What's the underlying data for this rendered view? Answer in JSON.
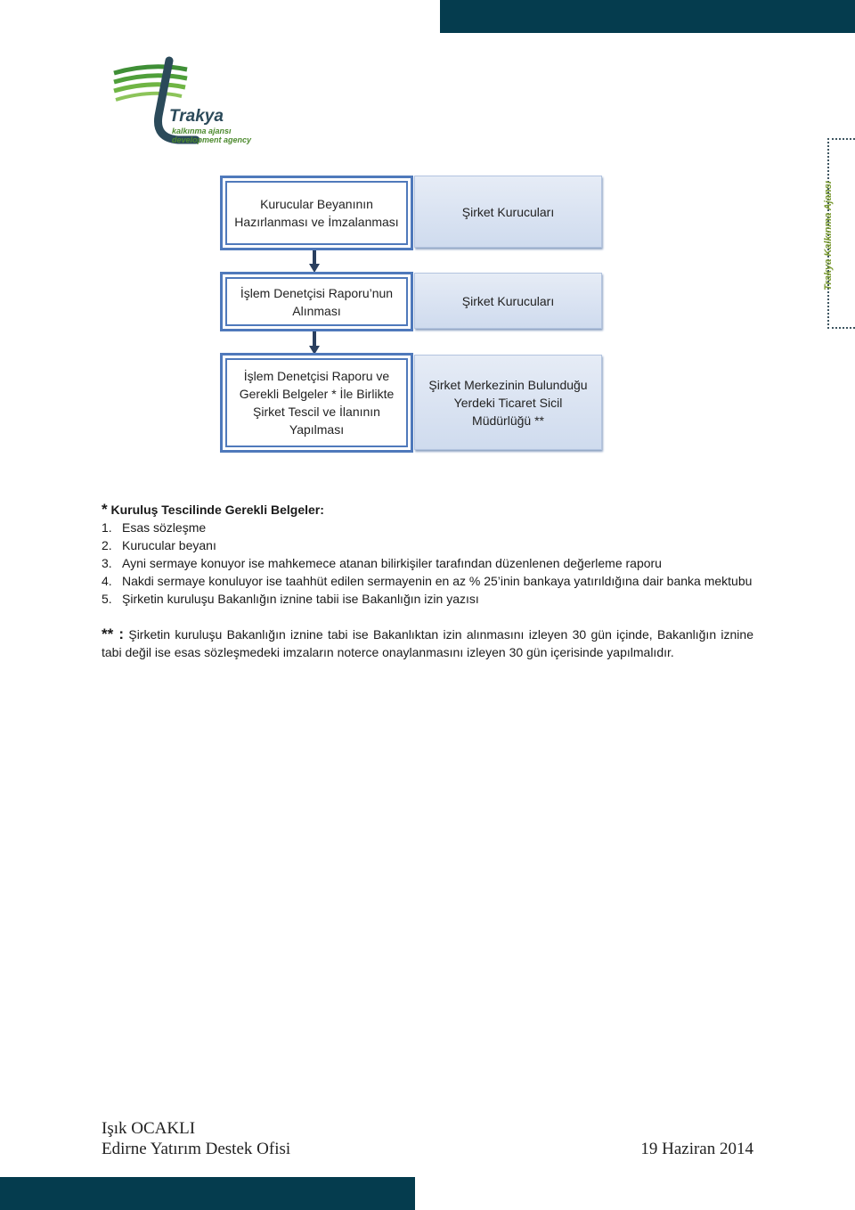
{
  "logo": {
    "name": "Trakya",
    "tagline_1": "kalkınma ajansı",
    "tagline_2": "development agency"
  },
  "side_brand": {
    "text": "Trakya Kalkınma Ajansı"
  },
  "flow": [
    {
      "step": "Kurucular Beyanının Hazırlanması ve İmzalanması",
      "actor": "Şirket Kurucuları"
    },
    {
      "step": "İşlem Denetçisi Raporu’nun Alınması",
      "actor": "Şirket Kurucuları"
    },
    {
      "step": "İşlem Denetçisi Raporu ve Gerekli Belgeler * İle Birlikte Şirket Tescil ve İlanının Yapılması",
      "actor": "Şirket Merkezinin Bulunduğu Yerdeki Ticaret Sicil Müdürlüğü **"
    }
  ],
  "documents": {
    "star": "*",
    "heading": "Kuruluş Tescilinde Gerekli Belgeler:",
    "items": [
      {
        "num": "1.",
        "text": "Esas sözleşme"
      },
      {
        "num": "2.",
        "text": "Kurucular beyanı"
      },
      {
        "num": "3.",
        "text": "Ayni sermaye konuyor ise mahkemece atanan bilirkişiler tarafından düzenlenen değerleme raporu"
      },
      {
        "num": "4.",
        "text": "Nakdi sermaye konuluyor ise taahhüt edilen sermayenin en az % 25’inin bankaya yatırıldığına dair banka mektubu"
      },
      {
        "num": "5.",
        "text": "Şirketin kuruluşu Bakanlığın iznine tabii ise Bakanlığın izin yazısı"
      }
    ]
  },
  "note": {
    "mark": "** :",
    "text": "Şirketin kuruluşu Bakanlığın iznine tabi ise Bakanlıktan izin alınmasını izleyen 30 gün içinde, Bakanlığın iznine tabi değil ise esas sözleşmedeki imzaların noterce onaylanmasını izleyen 30 gün içerisinde yapılmalıdır."
  },
  "footer": {
    "author": "Işık OCAKLI",
    "office": "Edirne Yatırım Destek Ofisi",
    "date": "19 Haziran 2014"
  },
  "colors": {
    "bar": "#053c4e",
    "box_border": "#4f79bb",
    "arrow": "#2a3f5f"
  }
}
